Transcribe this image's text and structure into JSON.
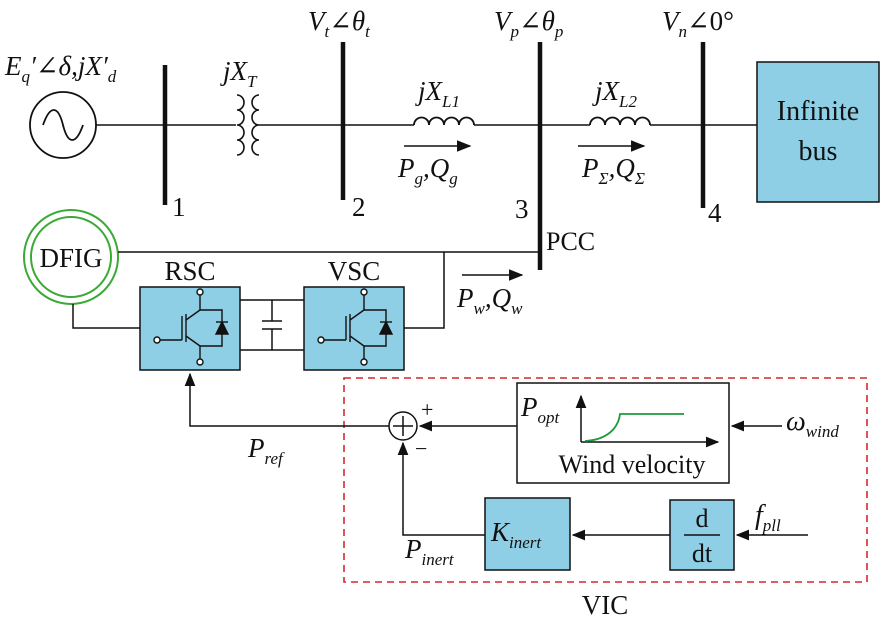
{
  "generator": {
    "emf_main": "E",
    "emf_sub": "q",
    "emf_angle": "′∠δ,jX′",
    "emf_x_sub": "d"
  },
  "transformer": {
    "base": "jX",
    "sub": "T"
  },
  "bus1": {
    "number": "1"
  },
  "bus2": {
    "voltage": "V",
    "v_sub": "t",
    "angle": "∠θ",
    "a_sub": "t",
    "number": "2"
  },
  "bus3": {
    "voltage": "V",
    "v_sub": "p",
    "angle": "∠θ",
    "a_sub": "p",
    "number": "3",
    "label": "PCC"
  },
  "bus4": {
    "voltage": "V",
    "v_sub": "n",
    "angle": "∠0°",
    "number": "4"
  },
  "line1": {
    "base": "jX",
    "sub": "L1",
    "flow_p": "P",
    "flow_p_sub": "g",
    "flow_q": ",Q",
    "flow_q_sub": "g"
  },
  "line2": {
    "base": "jX",
    "sub": "L2",
    "flow_p": "P",
    "flow_p_sub": "Σ",
    "flow_q": ",Q",
    "flow_q_sub": "Σ"
  },
  "infinite_bus": {
    "line1": "Infinite",
    "line2": "bus",
    "color": "#8ecfe6"
  },
  "wind_flow": {
    "p": "P",
    "p_sub": "w",
    "q": ",Q",
    "q_sub": "w"
  },
  "dfig": {
    "label": "DFIG",
    "ring_color": "#3aaa35"
  },
  "rsc": {
    "label": "RSC"
  },
  "vsc": {
    "label": "VSC"
  },
  "control": {
    "sum_plus": "+",
    "sum_minus": "−",
    "p_ref": "P",
    "p_ref_sub": "ref",
    "p_opt": "P",
    "p_opt_sub": "opt",
    "wind_velocity": "Wind velocity",
    "omega": "ω",
    "omega_sub": "wind",
    "k_inert": "K",
    "k_inert_sub": "inert",
    "p_inert": "P",
    "p_inert_sub": "inert",
    "deriv_num": "d",
    "deriv_den": "dt",
    "f_pll": "f",
    "f_pll_sub": "pll",
    "vic_label": "VIC",
    "vic_border_color": "#d9262a",
    "block_color": "#8ecfe6",
    "curve_color": "#1d9a3a"
  }
}
